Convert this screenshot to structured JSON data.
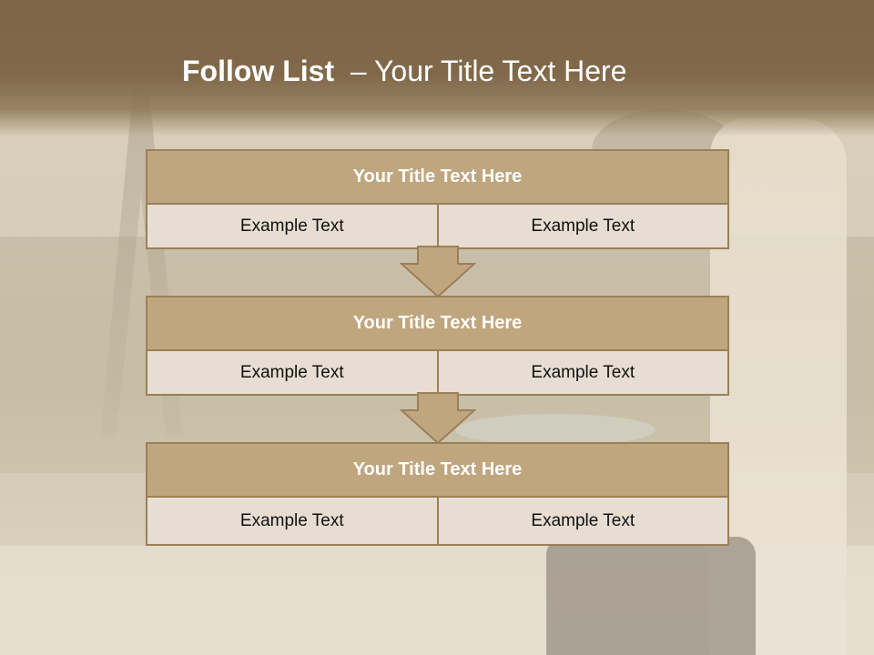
{
  "slide": {
    "title_bold": "Follow List",
    "title_rest": "  – Your Title Text Here"
  },
  "blocks": [
    {
      "title": "Your Title Text Here",
      "left": "Example Text",
      "right": "Example Text"
    },
    {
      "title": "Your Title Text Here",
      "left": "Example Text",
      "right": "Example Text"
    },
    {
      "title": "Your Title Text Here",
      "left": "Example Text",
      "right": "Example Text"
    }
  ],
  "colors": {
    "header": "#7c6645",
    "block_header": "#bfa67e",
    "block_body": "#e7ddd2",
    "border": "#9a8058"
  },
  "icons": [
    "down-arrow-icon",
    "down-arrow-icon"
  ]
}
